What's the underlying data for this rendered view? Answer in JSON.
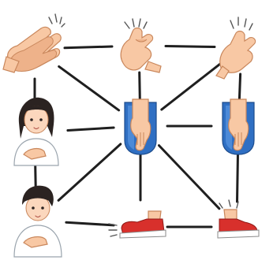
{
  "diagram": {
    "nodes": [
      {
        "id": "clap",
        "icon": "clapping-hands-icon"
      },
      {
        "id": "snap-1",
        "icon": "finger-snap-icon"
      },
      {
        "id": "snap-2",
        "icon": "finger-snap-icon"
      },
      {
        "id": "girl",
        "icon": "girl-hand-on-chest-icon"
      },
      {
        "id": "thigh-pat-1",
        "icon": "hand-pat-thigh-icon"
      },
      {
        "id": "thigh-pat-2",
        "icon": "hand-pat-thigh-icon"
      },
      {
        "id": "boy",
        "icon": "boy-hand-on-chest-icon"
      },
      {
        "id": "stomp-1",
        "icon": "foot-stomp-icon"
      },
      {
        "id": "stomp-2",
        "icon": "foot-stomp-icon"
      }
    ],
    "edges": [
      [
        "clap",
        "snap-1"
      ],
      [
        "snap-1",
        "snap-2"
      ],
      [
        "clap",
        "girl"
      ],
      [
        "clap",
        "thigh-pat-1"
      ],
      [
        "snap-1",
        "thigh-pat-1"
      ],
      [
        "snap-2",
        "thigh-pat-1"
      ],
      [
        "snap-2",
        "thigh-pat-2"
      ],
      [
        "girl",
        "thigh-pat-1"
      ],
      [
        "thigh-pat-1",
        "thigh-pat-2"
      ],
      [
        "girl",
        "boy"
      ],
      [
        "thigh-pat-1",
        "boy"
      ],
      [
        "thigh-pat-1",
        "stomp-1"
      ],
      [
        "thigh-pat-1",
        "stomp-2"
      ],
      [
        "thigh-pat-2",
        "stomp-2"
      ],
      [
        "boy",
        "stomp-1"
      ],
      [
        "stomp-1",
        "stomp-2"
      ]
    ],
    "colors": {
      "connector": "#1f1f1f",
      "pocket": "#2f6fc3",
      "shoe": "#d8302c",
      "skin": "#f8c8a4"
    }
  }
}
